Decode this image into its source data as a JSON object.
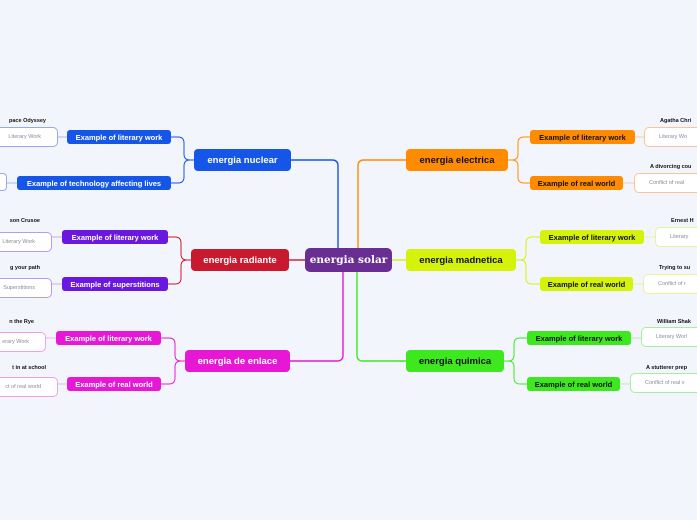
{
  "root": {
    "label": "energia solar",
    "color": "#6a2d91"
  },
  "branches": [
    {
      "label": "energia nuclear",
      "color": "#1556e8",
      "text_color": "#ffffff",
      "side": "left",
      "children": [
        {
          "label": "Example of literary work",
          "leaf_title": "pace Odyssey",
          "leaf_text": "Literary Work",
          "leaf_color": "#9aa6f0"
        },
        {
          "label": "Example of technology affecting lives",
          "leaf_title": "",
          "leaf_text": "",
          "leaf_color": "#9aa6f0"
        }
      ]
    },
    {
      "label": "energia radiante",
      "color": "#c8192e",
      "text_color": "#ffffff",
      "side": "left",
      "children": [
        {
          "label": "Example of literary work",
          "leaf_title": "son Crusoe",
          "leaf_text": "Literary Work",
          "leaf_color": "#b49cf0",
          "child_color": "#6a17e0"
        },
        {
          "label": "Example of superstitions",
          "leaf_title": "g your path",
          "leaf_text": "Superstitions",
          "leaf_color": "#b49cf0",
          "child_color": "#6a17e0"
        }
      ]
    },
    {
      "label": "energia de enlace",
      "color": "#e617d5",
      "text_color": "#ffffff",
      "side": "left",
      "children": [
        {
          "label": "Example of literary work",
          "leaf_title": "n the Rye",
          "leaf_text": "erary Work",
          "leaf_color": "#eea0e8"
        },
        {
          "label": "Example of real world",
          "leaf_title": "t in at school",
          "leaf_text": "ct of real world",
          "leaf_color": "#eea0e8"
        }
      ]
    },
    {
      "label": "energia electrica",
      "color": "#ff8c00",
      "text_color": "#111111",
      "side": "right",
      "children": [
        {
          "label": "Example of literary work",
          "leaf_title": "Agatha Chri",
          "leaf_text": "Literary Wo",
          "leaf_color": "#f6c59a"
        },
        {
          "label": "Example of real world",
          "leaf_title": "A divorcing cou",
          "leaf_text": "Conflict of real",
          "leaf_color": "#f6c59a"
        }
      ]
    },
    {
      "label": "energia madnetica",
      "color": "#d4f20a",
      "text_color": "#111111",
      "side": "right",
      "children": [
        {
          "label": "Example of literary work",
          "leaf_title": "Ernest H",
          "leaf_text": "Literary",
          "leaf_color": "#e4f49a"
        },
        {
          "label": "Example of real world",
          "leaf_title": "Trying to su",
          "leaf_text": "Conflict of r",
          "leaf_color": "#e4f49a"
        }
      ]
    },
    {
      "label": "energia quimica",
      "color": "#3ee81f",
      "text_color": "#111111",
      "side": "right",
      "children": [
        {
          "label": "Example of literary work",
          "leaf_title": "William Shak",
          "leaf_text": "Literary Worl",
          "leaf_color": "#a6ee9a"
        },
        {
          "label": "Example of real world",
          "leaf_title": "A stutterer prep",
          "leaf_text": "Conflict of real v",
          "leaf_color": "#a6ee9a"
        }
      ]
    }
  ]
}
